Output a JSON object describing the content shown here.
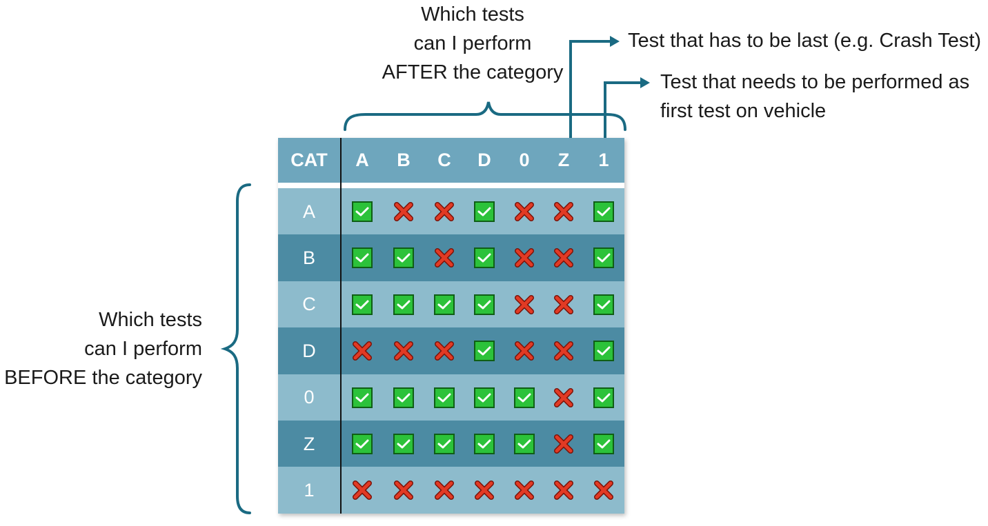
{
  "after_caption": [
    "Which tests",
    "can I perform",
    "AFTER the category"
  ],
  "before_caption": [
    "Which tests",
    "can I perform",
    "BEFORE the category"
  ],
  "note_last": "Test that has to be last (e.g. Crash Test)",
  "note_first": [
    "Test that needs to be performed as",
    "first test on vehicle"
  ],
  "colors": {
    "accent": "#1a6a82",
    "header_bg": "#6ea6bd",
    "row_light": "#8dbbcc",
    "row_dark": "#4c8ba3",
    "check_green": "#2cc23a",
    "cross_red": "#e23a24"
  },
  "matrix": {
    "corner_label": "CAT",
    "columns": [
      "A",
      "B",
      "C",
      "D",
      "0",
      "Z",
      "1"
    ],
    "rows": [
      {
        "label": "A",
        "cells": [
          1,
          0,
          0,
          1,
          0,
          0,
          1
        ]
      },
      {
        "label": "B",
        "cells": [
          1,
          1,
          0,
          1,
          0,
          0,
          1
        ]
      },
      {
        "label": "C",
        "cells": [
          1,
          1,
          1,
          1,
          0,
          0,
          1
        ]
      },
      {
        "label": "D",
        "cells": [
          0,
          0,
          0,
          1,
          0,
          0,
          1
        ]
      },
      {
        "label": "0",
        "cells": [
          1,
          1,
          1,
          1,
          1,
          0,
          1
        ]
      },
      {
        "label": "Z",
        "cells": [
          1,
          1,
          1,
          1,
          1,
          0,
          1
        ]
      },
      {
        "label": "1",
        "cells": [
          0,
          0,
          0,
          0,
          0,
          0,
          0
        ]
      }
    ],
    "cell_icons": {
      "1": "check-icon",
      "0": "cross-icon"
    }
  }
}
